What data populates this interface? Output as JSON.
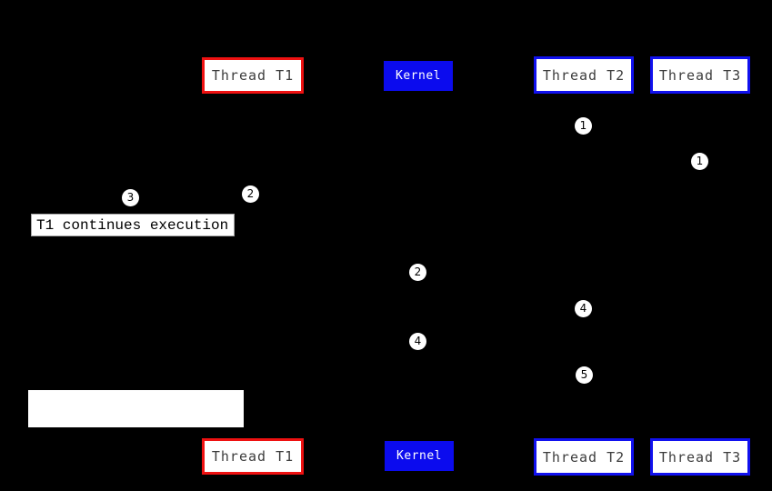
{
  "diagram": {
    "title_hint": "thread scheduling sequence diagram",
    "background_color": "#000000",
    "colors": {
      "thread_t1_border": "#ee1111",
      "thread_t2_border": "#1111ee",
      "thread_t3_border": "#1111ee",
      "kernel_fill": "#0b0bee",
      "kernel_text": "#ffffff",
      "box_fill": "#ffffff",
      "box_text": "#3d3d3d",
      "marker_fill": "#ffffff",
      "marker_text": "#000000"
    },
    "columns": {
      "thread_t1": "Thread T1",
      "kernel": "Kernel",
      "thread_t2": "Thread T2",
      "thread_t3": "Thread T3"
    },
    "markers": [
      {
        "label": "1",
        "lane": "thread-t2"
      },
      {
        "label": "1",
        "lane": "thread-t3"
      },
      {
        "label": "2",
        "lane": "thread-t1"
      },
      {
        "label": "3",
        "lane": "left-annotation"
      },
      {
        "label": "2",
        "lane": "kernel"
      },
      {
        "label": "4",
        "lane": "thread-t2"
      },
      {
        "label": "4",
        "lane": "kernel"
      },
      {
        "label": "5",
        "lane": "thread-t2"
      }
    ],
    "annotations": {
      "t1_continues": "T1 continues execution",
      "blank_note": ""
    }
  }
}
